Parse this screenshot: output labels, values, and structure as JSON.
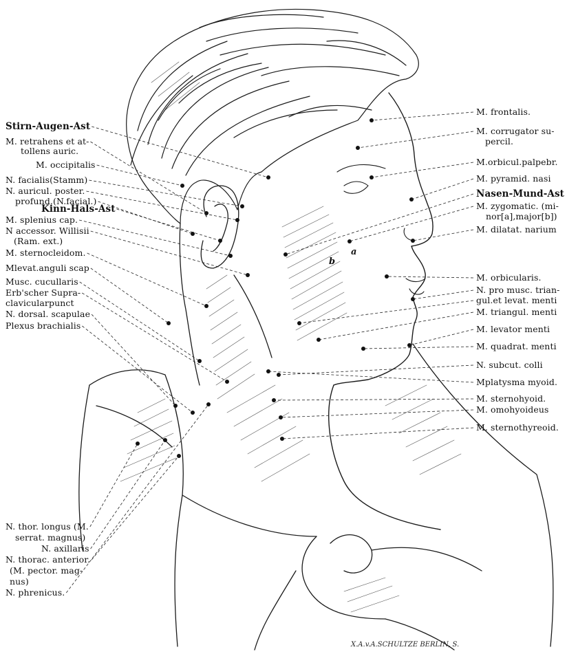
{
  "left_labels": [
    {
      "id": "stirn-augen-ast",
      "text": "Stirn-Augen-Ast",
      "bold": true
    },
    {
      "id": "m-retrahens",
      "text": "M. retrahens et at-"
    },
    {
      "id": "m-retrahens-2",
      "text": "tollens auric."
    },
    {
      "id": "m-occipitalis",
      "text": "M. occipitalis"
    },
    {
      "id": "n-facialis-stamm",
      "text": "N. facialis(Stamm)"
    },
    {
      "id": "n-auricul-poster",
      "text": "N. auricul. poster."
    },
    {
      "id": "n-auricul-poster-2",
      "text": "profund.(N.facial.)"
    },
    {
      "id": "kinn-hals-ast",
      "text": "Kinn-Hals-Ast",
      "bold": true
    },
    {
      "id": "m-splenius",
      "text": "M. splenius cap."
    },
    {
      "id": "n-accessor",
      "text": "N accessor. Willisii"
    },
    {
      "id": "n-accessor-2",
      "text": "(Ram. ext.)"
    },
    {
      "id": "m-sternocleidom",
      "text": "M. sternocleidom."
    },
    {
      "id": "m-levat-anguli",
      "text": "Mlevat.anguli scap"
    },
    {
      "id": "musc-cucullaris",
      "text": "Musc. cucullaris"
    },
    {
      "id": "erb-supra",
      "text": "Erb'scher Supra-"
    },
    {
      "id": "erb-supra-2",
      "text": "clavicularpunct"
    },
    {
      "id": "n-dorsal-scapulae",
      "text": "N. dorsal. scapulae"
    },
    {
      "id": "plexus-brachialis",
      "text": "Plexus brachialis"
    },
    {
      "id": "n-thor-longus",
      "text": "N. thor. longus (M."
    },
    {
      "id": "n-thor-longus-2",
      "text": "serrat. magnus)"
    },
    {
      "id": "n-axillaris",
      "text": "N. axillaris"
    },
    {
      "id": "n-thorac-anterior",
      "text": "N. thorac. anterior."
    },
    {
      "id": "n-thorac-anterior-2",
      "text": "(M. pector. mag-"
    },
    {
      "id": "n-thorac-anterior-3",
      "text": "nus)"
    },
    {
      "id": "n-phrenicus",
      "text": "N. phrenicus."
    }
  ],
  "right_labels": [
    {
      "id": "m-frontalis",
      "text": "M. frontalis."
    },
    {
      "id": "m-corrugator",
      "text": "M. corrugator su-"
    },
    {
      "id": "m-corrugator-2",
      "text": "percil."
    },
    {
      "id": "m-orbicul-palpebr",
      "text": "M.orbicul.palpebr."
    },
    {
      "id": "m-pyramid-nasi",
      "text": "M. pyramid. nasi"
    },
    {
      "id": "nasen-mund-ast",
      "text": "Nasen-Mund-Ast",
      "bold": true
    },
    {
      "id": "m-zygomatic",
      "text": "M. zygomatic. (mi-"
    },
    {
      "id": "m-zygomatic-2",
      "text": "nor[a],major[b])"
    },
    {
      "id": "m-dilatat-narium",
      "text": "M. dilatat. narium"
    },
    {
      "id": "m-orbicularis",
      "text": "M. orbicularis."
    },
    {
      "id": "n-pro-musc",
      "text": "N. pro musc. trian-"
    },
    {
      "id": "n-pro-musc-2",
      "text": "gul.et levat. menti"
    },
    {
      "id": "m-triangul-menti",
      "text": "M. triangul. menti"
    },
    {
      "id": "m-levator-menti",
      "text": "M. levator menti"
    },
    {
      "id": "m-quadrat-menti",
      "text": "M. quadrat. menti"
    },
    {
      "id": "n-subcut-colli",
      "text": "N. subcut. colli"
    },
    {
      "id": "m-platysma",
      "text": "Mplatysma myoid."
    },
    {
      "id": "m-sternohyoid",
      "text": "M. sternohyoid."
    },
    {
      "id": "m-omohyoideus",
      "text": "M. omohyoideus"
    },
    {
      "id": "m-sternothyreoid",
      "text": "M. sternothyreoid."
    }
  ],
  "point_letters": {
    "a": "a",
    "b": "b"
  },
  "signature": "X.A.v.A.SCHULTZE BERLIN, S."
}
